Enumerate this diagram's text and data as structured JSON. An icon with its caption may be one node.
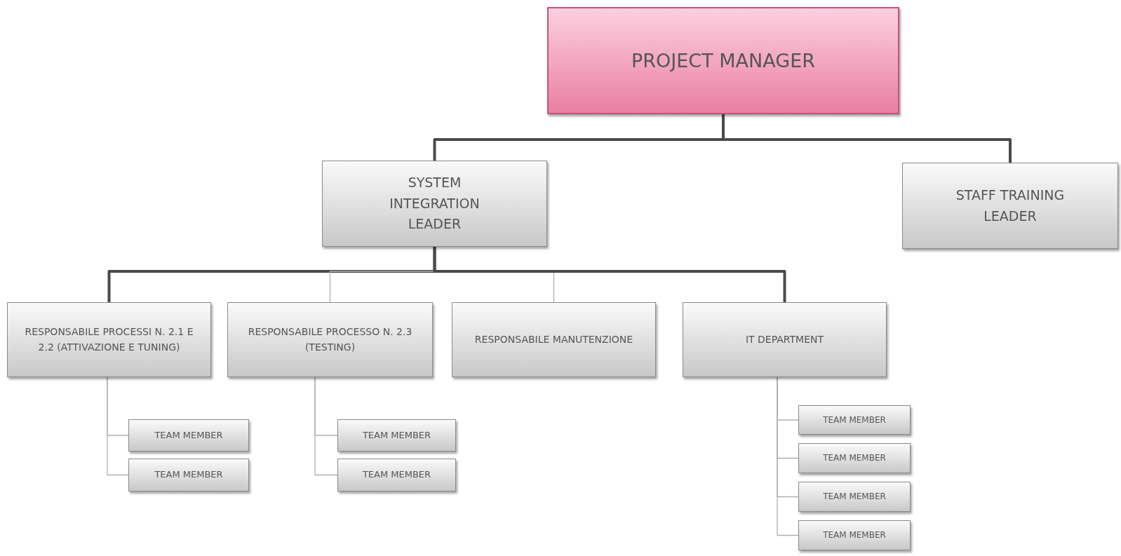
{
  "diagram": {
    "nodes": [
      {
        "text": [
          "PROJECT MANAGER"
        ]
      },
      {
        "text": [
          "SYSTEM INTEGRATION LEADER"
        ]
      },
      {
        "text": [
          "STAFF TRAINING LEADER"
        ]
      },
      {
        "text": [
          "RESPONSABILE PROCESSI N. 2.1 E 2.2 (ATTIVAZIONE E TUNING)"
        ]
      },
      {
        "text": [
          "RESPONSABILE PROCESSO N. 2.3 (TESTING)"
        ]
      },
      {
        "text": [
          "RESPONSABILE MANUTENZIONE"
        ]
      },
      {
        "text": [
          "IT DEPARTMENT"
        ]
      },
      {
        "text": [
          "TEAM MEMBER"
        ]
      },
      {
        "text": [
          "TEAM MEMBER"
        ]
      },
      {
        "text": [
          "TEAM MEMBER"
        ]
      },
      {
        "text": [
          "TEAM MEMBER"
        ]
      },
      {
        "text": [
          "TEAM MEMBER"
        ]
      },
      {
        "text": [
          "TEAM MEMBER"
        ]
      },
      {
        "text": [
          "TEAM MEMBER"
        ]
      },
      {
        "text": [
          "TEAM MEMBER"
        ]
      }
    ],
    "edges": [
      {
        "from": 0,
        "to": 1,
        "arrow": "none",
        "style": "thick",
        "color": "#4a4a4a"
      },
      {
        "from": 0,
        "to": 2,
        "arrow": "none",
        "style": "thick",
        "color": "#4a4a4a"
      },
      {
        "from": 1,
        "to": 3,
        "arrow": "none",
        "style": "thick",
        "color": "#4a4a4a"
      },
      {
        "from": 1,
        "to": 4,
        "arrow": "none"
      },
      {
        "from": 1,
        "to": 5,
        "arrow": "none"
      },
      {
        "from": 1,
        "to": 6,
        "arrow": "none",
        "style": "thick",
        "color": "#4a4a4a"
      },
      {
        "from": 3,
        "to": 7,
        "arrow": "none"
      },
      {
        "from": 3,
        "to": 8,
        "arrow": "none"
      },
      {
        "from": 4,
        "to": 9,
        "arrow": "none"
      },
      {
        "from": 4,
        "to": 10,
        "arrow": "none"
      },
      {
        "from": 6,
        "to": 11,
        "arrow": "none"
      },
      {
        "from": 6,
        "to": 12,
        "arrow": "none"
      },
      {
        "from": 6,
        "to": 13,
        "arrow": "none"
      },
      {
        "from": 6,
        "to": 14,
        "arrow": "none"
      }
    ]
  }
}
